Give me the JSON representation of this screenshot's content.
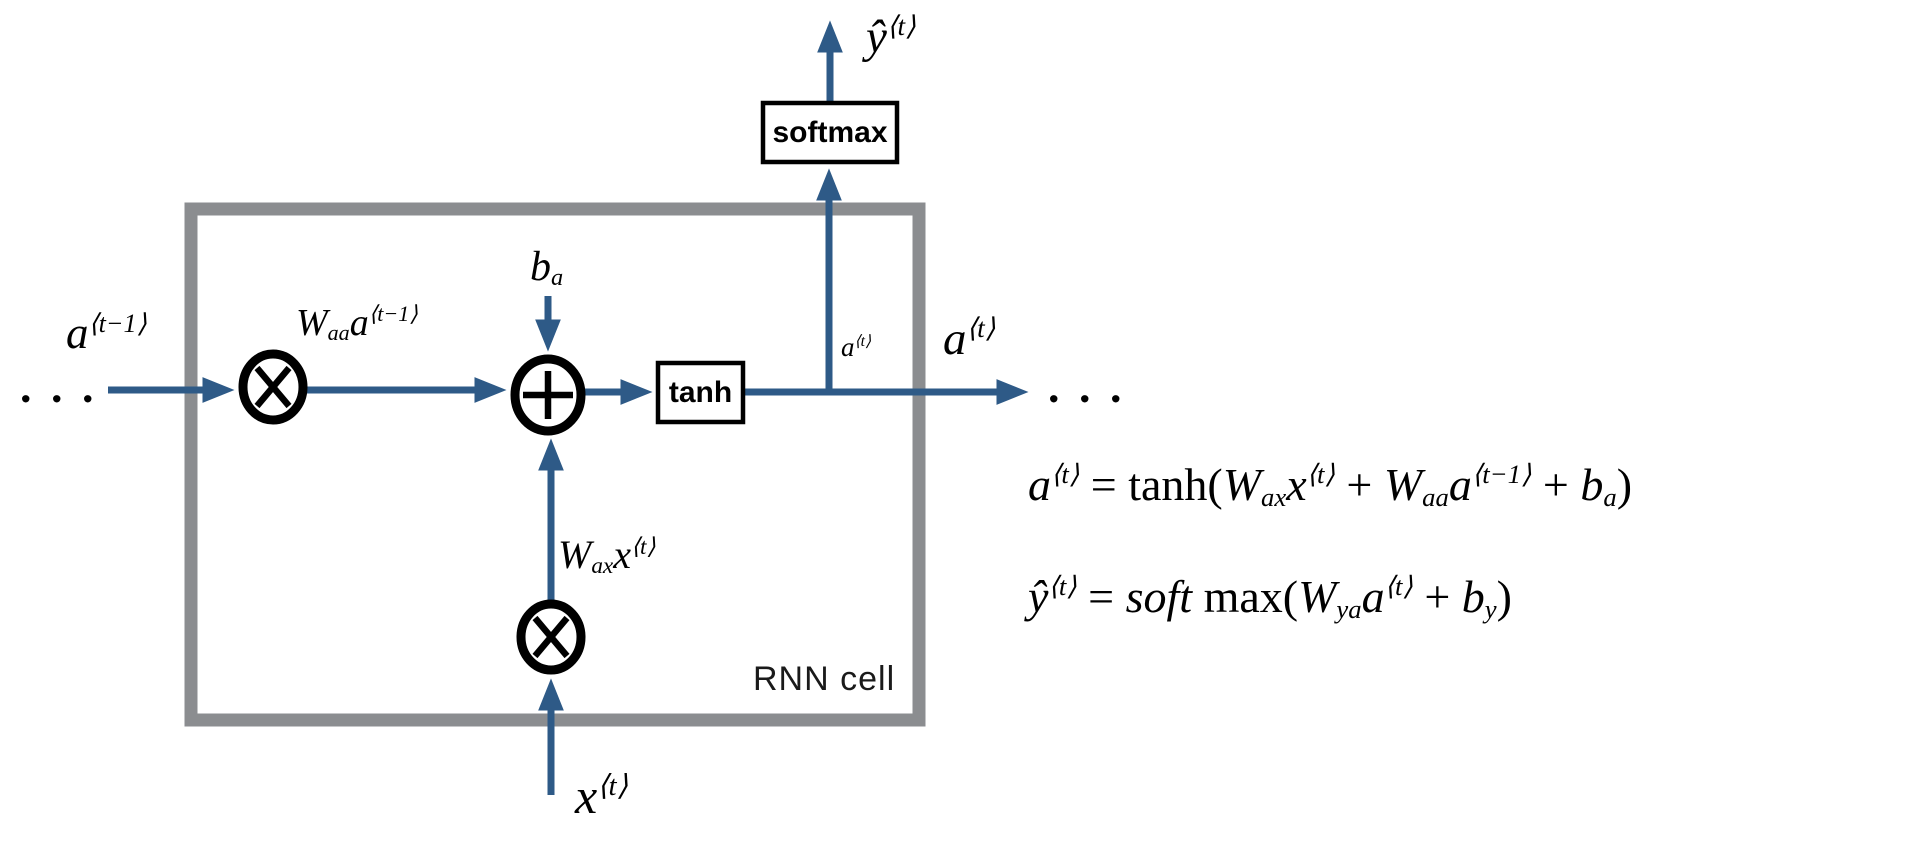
{
  "colors": {
    "arrow_blue": "#2e5a87",
    "cell_border_gray": "#8b8d90",
    "box_border_black": "#000000"
  },
  "cell": {
    "label": "RNN cell"
  },
  "nodes": {
    "tanh_label": "tanh",
    "softmax_label": "softmax",
    "multiply_operator": "×",
    "add_operator": "+"
  },
  "dots": {
    "left": ". . .",
    "right": ". . ."
  },
  "labels": {
    "input_hidden_state": [
      {
        "t": "a"
      },
      {
        "t": "⟨t−1⟩",
        "k": "sup"
      }
    ],
    "waa_term": [
      {
        "t": "W"
      },
      {
        "t": "aa",
        "k": "sub"
      },
      {
        "t": "a"
      },
      {
        "t": "⟨t−1⟩",
        "k": "sup"
      }
    ],
    "bias_a": [
      {
        "t": "b"
      },
      {
        "t": "a",
        "k": "sub"
      }
    ],
    "a_t_branch": [
      {
        "t": "a"
      },
      {
        "t": "⟨t⟩",
        "k": "sup"
      }
    ],
    "a_t_output": [
      {
        "t": "a"
      },
      {
        "t": "⟨t⟩",
        "k": "sup"
      }
    ],
    "y_hat_output": [
      {
        "t": "ŷ"
      },
      {
        "t": "⟨t⟩",
        "k": "sup"
      }
    ],
    "wax_term": [
      {
        "t": "W"
      },
      {
        "t": "ax",
        "k": "sub"
      },
      {
        "t": "x"
      },
      {
        "t": "⟨t⟩",
        "k": "sup"
      }
    ],
    "x_input": [
      {
        "t": "x"
      },
      {
        "t": "⟨t⟩",
        "k": "sup"
      }
    ]
  },
  "equations": {
    "hidden_state": [
      {
        "t": "a"
      },
      {
        "t": "⟨t⟩",
        "k": "sup"
      },
      {
        "t": " = ",
        "k": "u"
      },
      {
        "t": "tanh(",
        "k": "u"
      },
      {
        "t": "W"
      },
      {
        "t": "ax",
        "k": "sub"
      },
      {
        "t": "x"
      },
      {
        "t": "⟨t⟩",
        "k": "sup"
      },
      {
        "t": " + ",
        "k": "u"
      },
      {
        "t": "W"
      },
      {
        "t": "aa",
        "k": "sub"
      },
      {
        "t": "a"
      },
      {
        "t": "⟨t−1⟩",
        "k": "sup"
      },
      {
        "t": " + ",
        "k": "u"
      },
      {
        "t": "b"
      },
      {
        "t": "a",
        "k": "sub"
      },
      {
        "t": ")",
        "k": "u"
      }
    ],
    "output": [
      {
        "t": "ŷ"
      },
      {
        "t": "⟨t⟩",
        "k": "sup"
      },
      {
        "t": " = ",
        "k": "u"
      },
      {
        "t": "soft"
      },
      {
        "t": " max(",
        "k": "u"
      },
      {
        "t": "W"
      },
      {
        "t": "ya",
        "k": "sub"
      },
      {
        "t": "a"
      },
      {
        "t": "⟨t⟩",
        "k": "sup"
      },
      {
        "t": " + ",
        "k": "u"
      },
      {
        "t": "b"
      },
      {
        "t": "y",
        "k": "sub"
      },
      {
        "t": ")",
        "k": "u"
      }
    ]
  }
}
